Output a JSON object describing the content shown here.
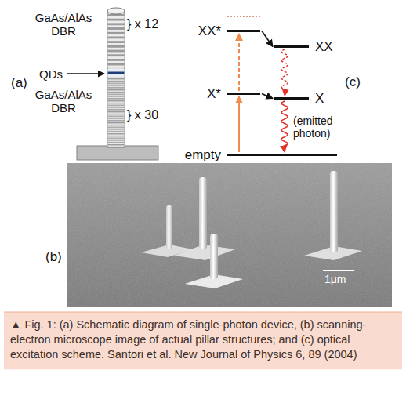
{
  "diagram": {
    "caption": "▲ Fig. 1: (a) Schematic diagram of single-photon device, (b) scanning-electron microscope image of actual pillar structures; and (c) optical excitation scheme. Santori et al. New Journal of Physics 6, 89 (2004)",
    "nodes": [
      {
        "text": [
          "XX*"
        ]
      },
      {
        "text": [
          "XX"
        ]
      },
      {
        "text": [
          "X*"
        ]
      },
      {
        "text": [
          "X"
        ]
      },
      {
        "text": [
          "empty"
        ]
      }
    ],
    "edges": [
      {
        "from": 0,
        "to": 1,
        "arrow": "to"
      },
      {
        "from": 2,
        "to": 3,
        "arrow": "to"
      },
      {
        "from": 1,
        "to": 3,
        "arrow": "to"
      },
      {
        "from": 3,
        "to": 4,
        "arrow": "to",
        "label": "(emitted photon)"
      },
      {
        "from": 4,
        "to": 2,
        "arrow": "to"
      },
      {
        "from": 2,
        "to": 0,
        "arrow": "to"
      }
    ],
    "labels": [
      "(a)",
      "GaAs/AlAs DBR",
      "} x 12",
      "QDs",
      "GaAs/AlAs DBR",
      "} x 30",
      "(b)",
      "1μm",
      "(c)"
    ]
  }
}
